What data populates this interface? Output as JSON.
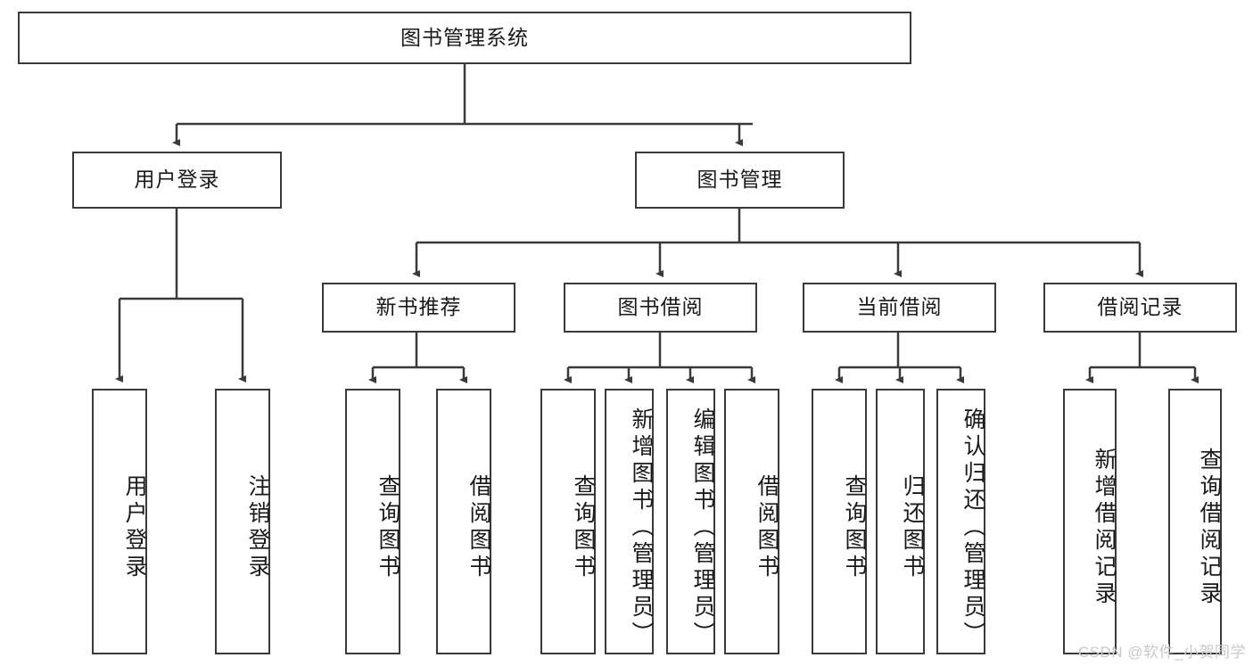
{
  "diagram": {
    "title": "图书管理系统",
    "type": "tree",
    "background_color": "#ffffff",
    "line_color": "#3a3a3a",
    "text_color": "#1a1a1a",
    "watermark": "CSDN @软件_小贺同学",
    "watermark_color": "#c9c9c9"
  },
  "nodes": {
    "root": {
      "label": "图书管理系统",
      "level": 1,
      "orientation": "horizontal"
    },
    "level2": [
      {
        "id": "user-login",
        "label": "用户登录",
        "level": 2,
        "orientation": "horizontal"
      },
      {
        "id": "book-manage",
        "label": "图书管理",
        "level": 2,
        "orientation": "horizontal"
      }
    ],
    "level3": [
      {
        "id": "new-book-recommend",
        "label": "新书推荐",
        "level": 3,
        "orientation": "horizontal",
        "parent": "book-manage"
      },
      {
        "id": "book-borrow",
        "label": "图书借阅",
        "level": 3,
        "orientation": "horizontal",
        "parent": "book-manage"
      },
      {
        "id": "current-borrow",
        "label": "当前借阅",
        "level": 3,
        "orientation": "horizontal",
        "parent": "book-manage"
      },
      {
        "id": "borrow-record",
        "label": "借阅记录",
        "level": 3,
        "orientation": "horizontal",
        "parent": "book-manage"
      }
    ],
    "leaves": [
      {
        "id": "leaf-user-login",
        "label": "用户登录",
        "parent": "user-login",
        "orientation": "vertical"
      },
      {
        "id": "leaf-logout-login",
        "label": "注销登录",
        "parent": "user-login",
        "orientation": "vertical"
      },
      {
        "id": "leaf-query-book-1",
        "label": "查询图书",
        "parent": "new-book-recommend",
        "orientation": "vertical"
      },
      {
        "id": "leaf-borrow-book-1",
        "label": "借阅图书",
        "parent": "new-book-recommend",
        "orientation": "vertical"
      },
      {
        "id": "leaf-query-book-2",
        "label": "查询图书",
        "parent": "book-borrow",
        "orientation": "vertical"
      },
      {
        "id": "leaf-add-book",
        "label": "新增图书（管理员）",
        "parent": "book-borrow",
        "orientation": "vertical"
      },
      {
        "id": "leaf-edit-book",
        "label": "编辑图书（管理员）",
        "parent": "book-borrow",
        "orientation": "vertical"
      },
      {
        "id": "leaf-borrow-book-2",
        "label": "借阅图书",
        "parent": "book-borrow",
        "orientation": "vertical"
      },
      {
        "id": "leaf-query-book-3",
        "label": "查询图书",
        "parent": "current-borrow",
        "orientation": "vertical"
      },
      {
        "id": "leaf-return-book",
        "label": "归还图书",
        "parent": "current-borrow",
        "orientation": "vertical"
      },
      {
        "id": "leaf-confirm-return",
        "label": "确认归还（管理员）",
        "parent": "current-borrow",
        "orientation": "vertical"
      },
      {
        "id": "leaf-add-record",
        "label": "新增借阅记录",
        "parent": "borrow-record",
        "orientation": "vertical"
      },
      {
        "id": "leaf-query-record",
        "label": "查询借阅记录",
        "parent": "borrow-record",
        "orientation": "vertical"
      }
    ]
  }
}
